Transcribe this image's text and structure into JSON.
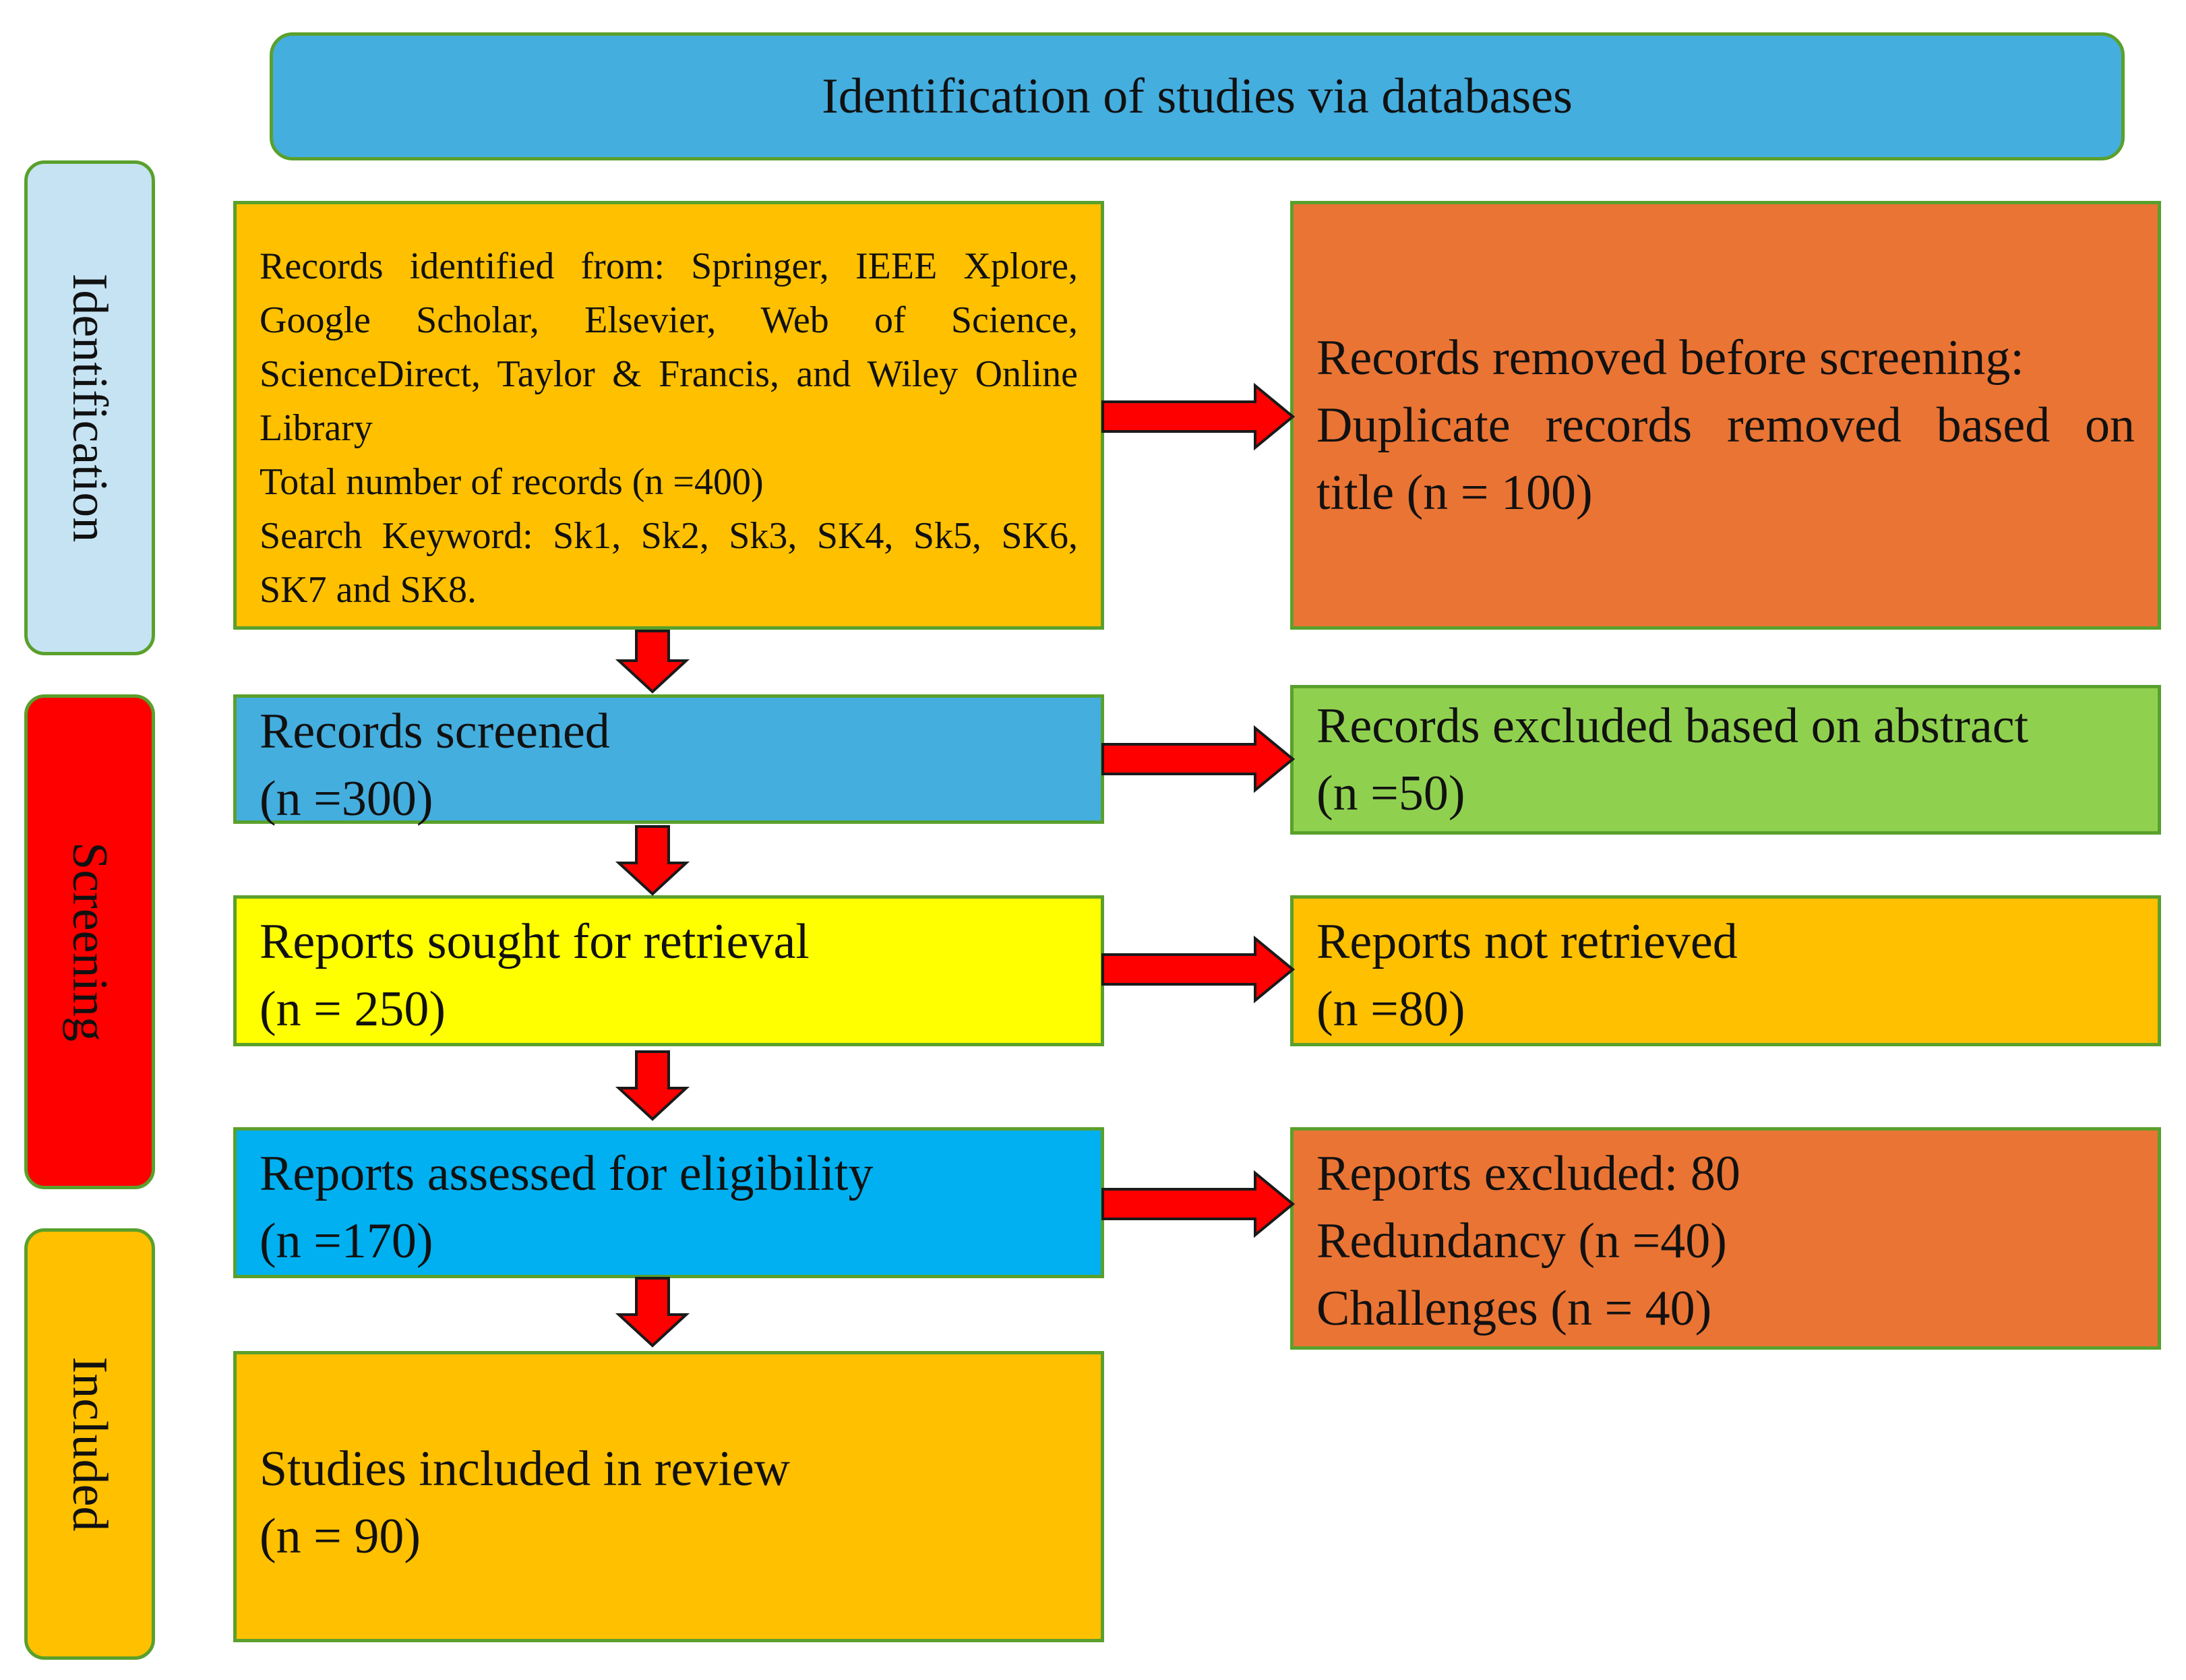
{
  "header": {
    "title": "Identification of studies via databases"
  },
  "phases": {
    "identification": "Identification",
    "screening": "Screening",
    "included": "Included"
  },
  "boxes": {
    "records_identified": {
      "lines": [
        "Records identified from: Springer, IEEE Xplore, Google Scholar, Elsevier, Web of Science, ScienceDirect, Taylor & Francis, and Wiley Online Library",
        "Total number of records (n =400)",
        "Search Keyword: Sk1, Sk2, Sk3, SK4, Sk5, SK6, SK7 and SK8."
      ]
    },
    "records_removed": {
      "lines": [
        "Records removed before screening:",
        "Duplicate records removed based on title (n = 100)"
      ]
    },
    "records_screened": {
      "lines": [
        "Records screened",
        "(n =300)"
      ]
    },
    "records_excluded": {
      "lines": [
        "Records excluded based on abstract",
        "(n =50)"
      ]
    },
    "reports_sought": {
      "lines": [
        "Reports sought for retrieval",
        "(n = 250)"
      ]
    },
    "reports_not_retrieved": {
      "lines": [
        "Reports not retrieved",
        "(n =80)"
      ]
    },
    "reports_assessed": {
      "lines": [
        "Reports assessed for eligibility",
        "(n =170)"
      ]
    },
    "reports_excluded": {
      "lines": [
        "Reports excluded: 80",
        "Redundancy (n =40)",
        "Challenges (n = 40)"
      ]
    },
    "studies_included": {
      "lines": [
        "Studies included in review",
        "(n = 90)"
      ]
    }
  },
  "colors": {
    "border": "#5aa02c",
    "header": "#44aedf",
    "identification_phase": "#c5e3f3",
    "screening_phase": "#ff0000",
    "included_phase": "#ffc000",
    "orange": "#ffc000",
    "dark_orange": "#ea7434",
    "blue": "#44aedf",
    "bright_blue": "#00b0f0",
    "green": "#8fd14f",
    "yellow": "#ffff00",
    "arrow": "#ff0000"
  }
}
